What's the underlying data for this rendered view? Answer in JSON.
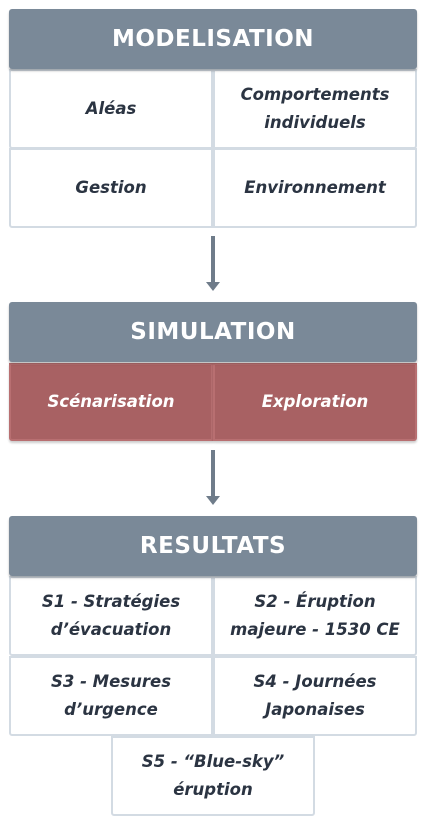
{
  "colors": {
    "header_bg": "#7a8998",
    "header_text": "#ffffff",
    "cell_border": "#d3dbe3",
    "cell_text": "#2b3442",
    "highlight_bg": "#a86163",
    "arrow": "#6f7c8a"
  },
  "modelisation": {
    "title": "MODELISATION",
    "items": [
      "Aléas",
      "Comportements individuels",
      "Gestion",
      "Environnement"
    ]
  },
  "simulation": {
    "title": "SIMULATION",
    "items": [
      "Scénarisation",
      "Exploration"
    ]
  },
  "resultats": {
    "title": "RESULTATS",
    "items": [
      "S1 - Stratégies d’évacuation",
      "S2 - Éruption majeure - 1530 CE",
      "S3 - Mesures d’urgence",
      "S4 - Journées Japonaises",
      "S5 - “Blue-sky” éruption"
    ]
  }
}
